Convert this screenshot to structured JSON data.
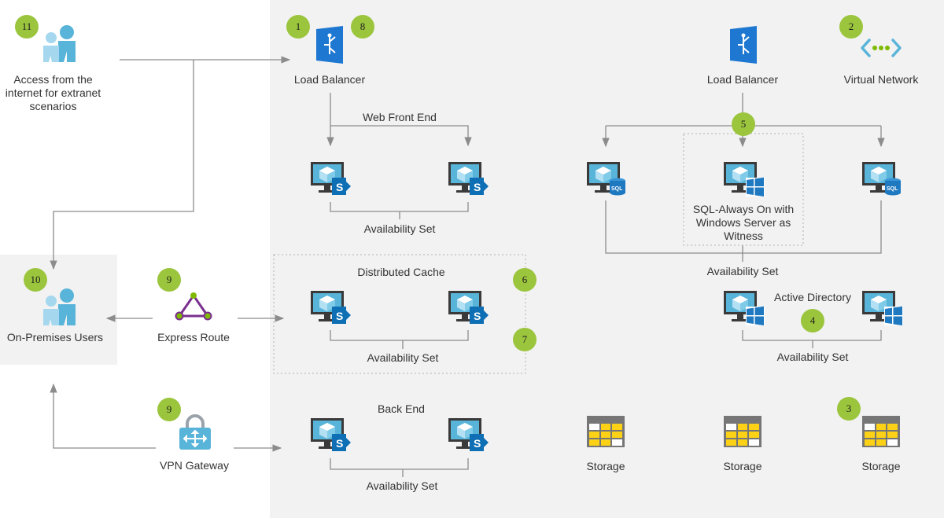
{
  "nodes": {
    "internet_users": "Access from the internet for extranet scenarios",
    "onprem_users": "On-Premises Users",
    "express_route": "Express Route",
    "vpn_gateway": "VPN Gateway",
    "lb_web": "Load Balancer",
    "lb_sql": "Load Balancer",
    "vnet": "Virtual Network",
    "web_front_end": "Web Front End",
    "distributed_cache": "Distributed Cache",
    "back_end": "Back End",
    "sql_witness": "SQL-Always On with Windows Server as Witness",
    "active_directory": "Active Directory",
    "storage_1": "Storage",
    "storage_2": "Storage",
    "storage_3": "Storage"
  },
  "availability_sets": {
    "web": "Availability Set",
    "cache": "Availability Set",
    "backend": "Availability Set",
    "sql": "Availability Set",
    "ad": "Availability Set"
  },
  "badges": {
    "b1": "1",
    "b2": "2",
    "b3": "3",
    "b4": "4",
    "b5": "5",
    "b6": "6",
    "b7": "7",
    "b8": "8",
    "b9a": "9",
    "b9b": "9",
    "b10": "10",
    "b11": "11"
  },
  "icons": {
    "users": "users-icon",
    "load_balancer": "load-balancer-icon",
    "virtual_network": "virtual-network-icon",
    "sharepoint_vm": "sharepoint-vm-icon",
    "sql_vm": "sql-vm-icon",
    "windows_vm": "windows-vm-icon",
    "express_route": "express-route-icon",
    "vpn_gateway": "vpn-gateway-icon",
    "storage": "storage-icon"
  },
  "colors": {
    "badge": "#9bc53d",
    "azure_blue": "#0072c6",
    "region_bg": "#f2f2f2",
    "connector": "#8c8c8c",
    "express_route": "#7a2f8f"
  }
}
